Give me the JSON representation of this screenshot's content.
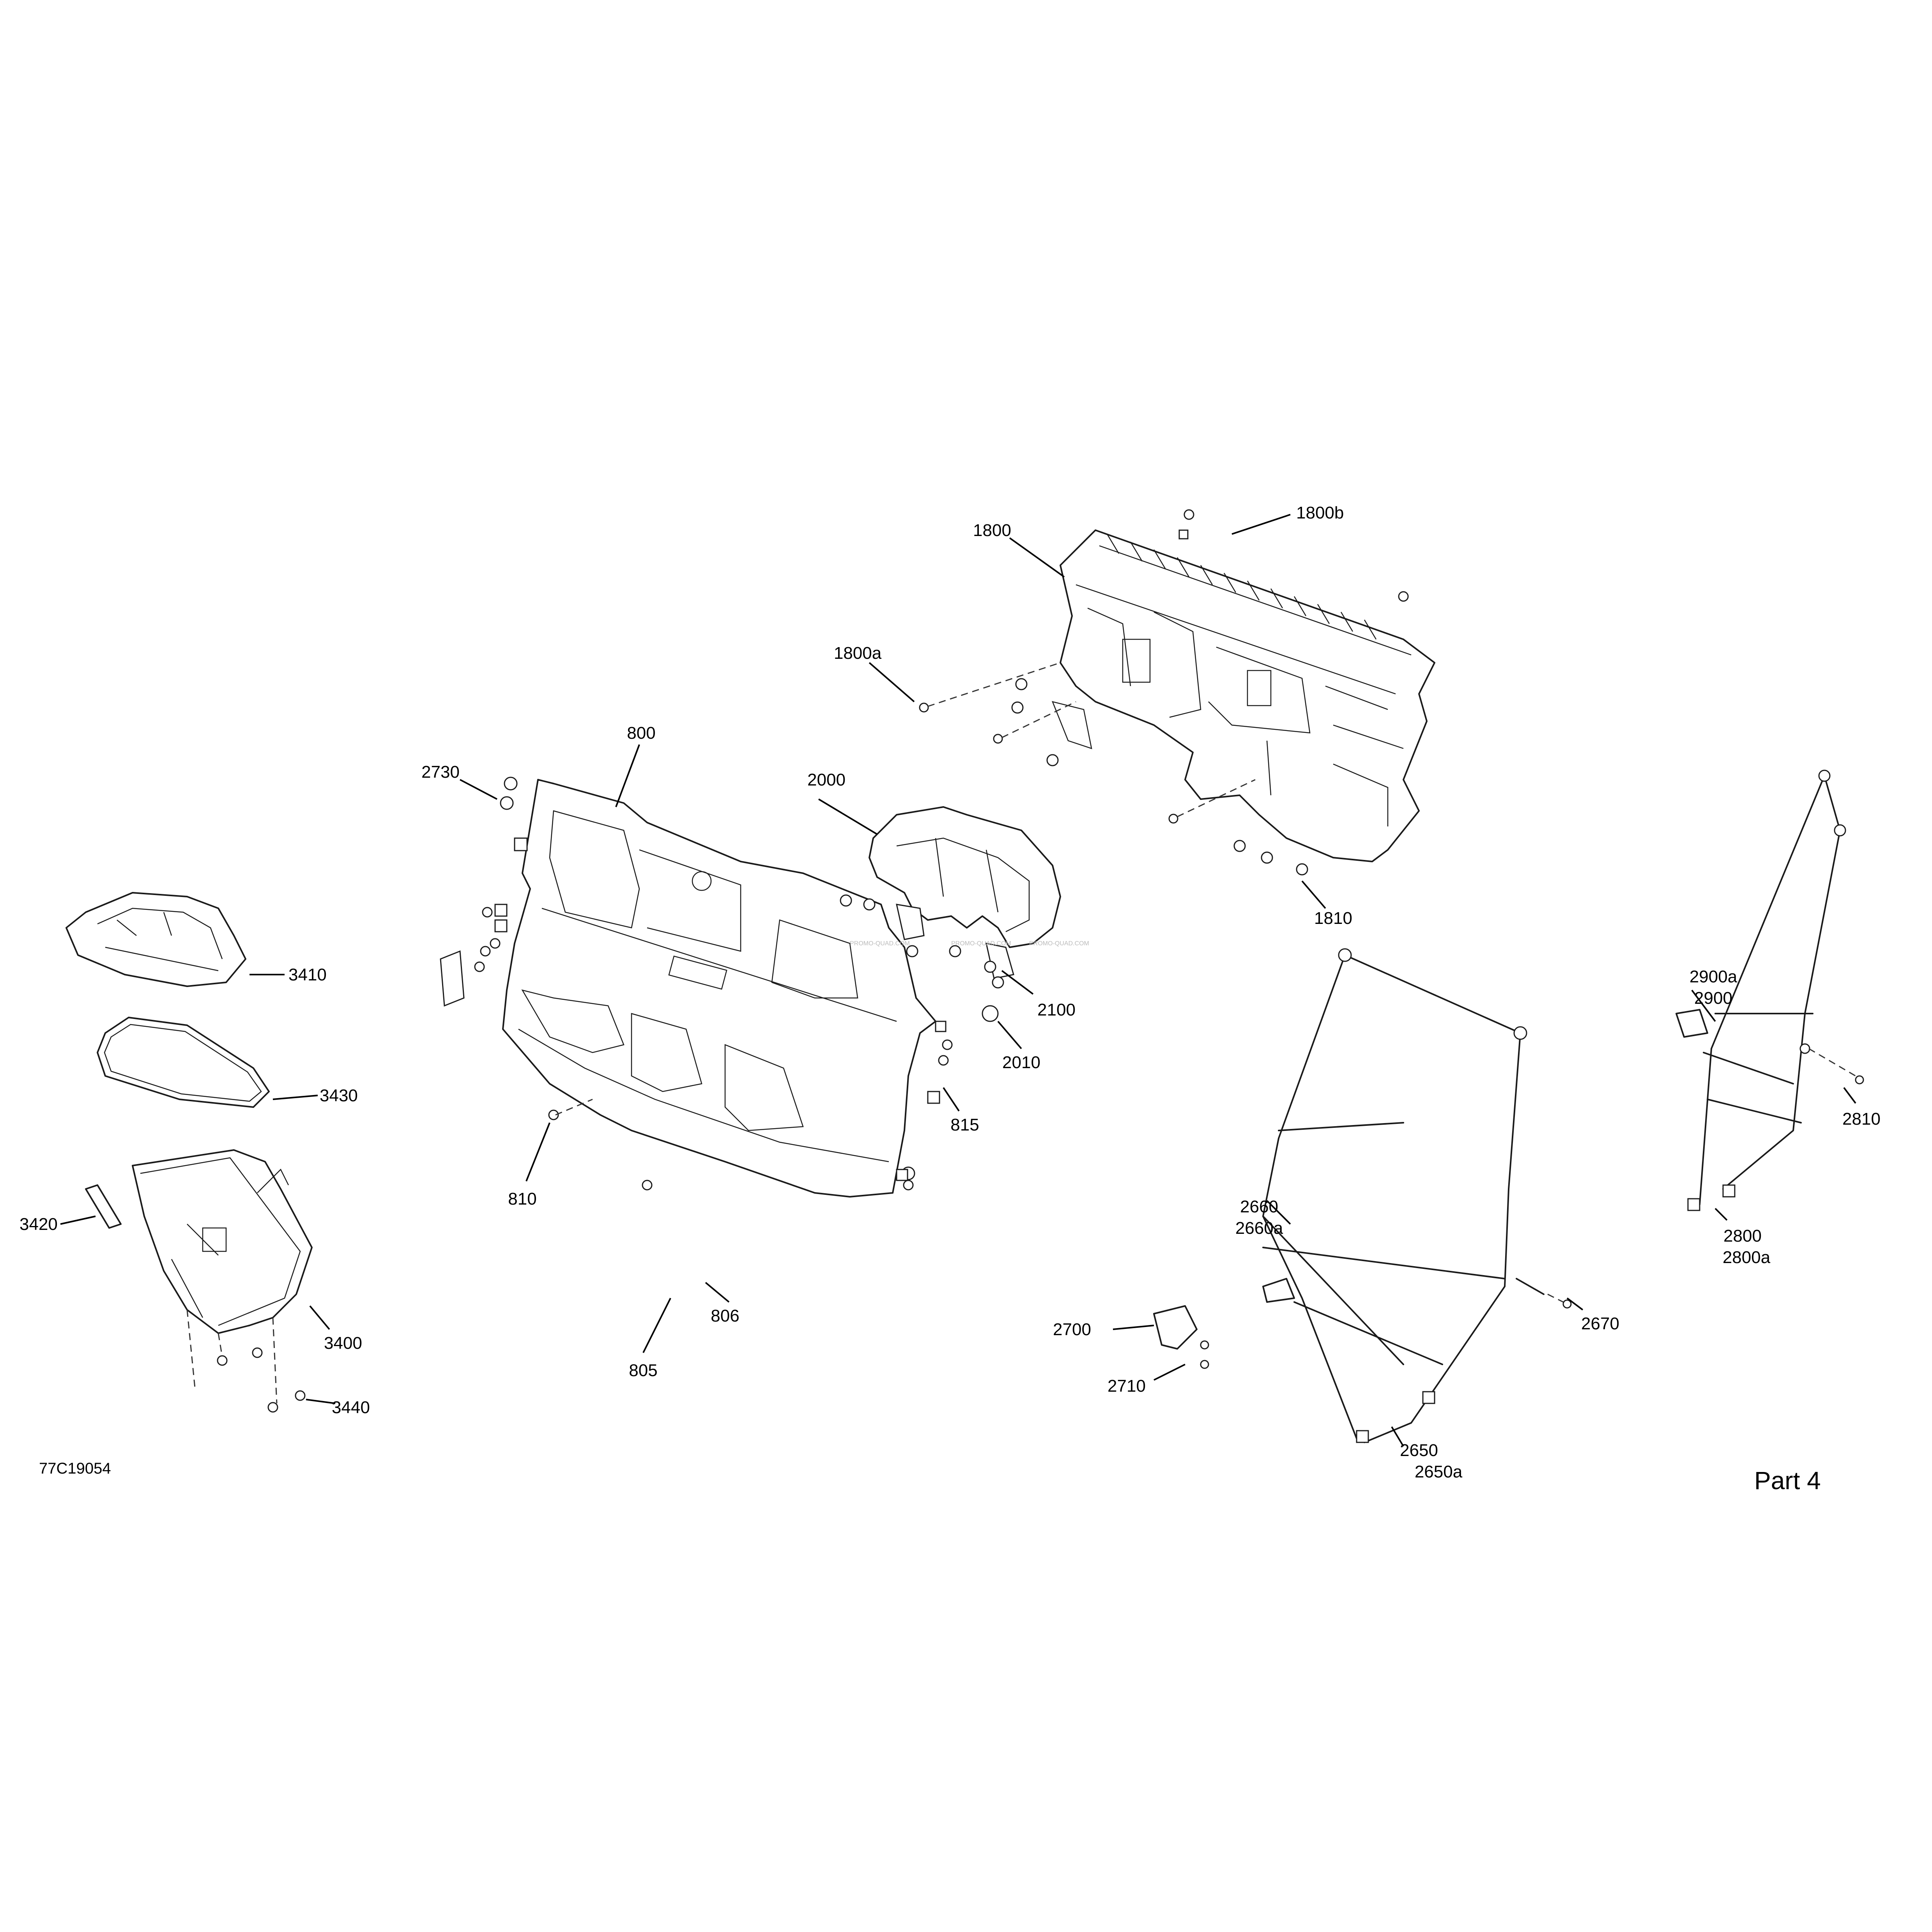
{
  "drawing": {
    "id": "77C19054",
    "part_label": "Part 4",
    "watermark": "PROMO-QUAD.COM"
  },
  "callouts": {
    "c1800": "1800",
    "c1800b": "1800b",
    "c1800a": "1800a",
    "c1810": "1810",
    "c800": "800",
    "c2730": "2730",
    "c2000": "2000",
    "c2100": "2100",
    "c2010": "2010",
    "c815": "815",
    "c810": "810",
    "c806": "806",
    "c805": "805",
    "c3410": "3410",
    "c3430": "3430",
    "c3420": "3420",
    "c3400": "3400",
    "c3440": "3440",
    "c2900a": "2900a",
    "c2900": "2900",
    "c2810": "2810",
    "c2800": "2800",
    "c2800a": "2800a",
    "c2660": "2660",
    "c2660a": "2660a",
    "c2670": "2670",
    "c2700": "2700",
    "c2710": "2710",
    "c2650": "2650",
    "c2650a": "2650a"
  }
}
